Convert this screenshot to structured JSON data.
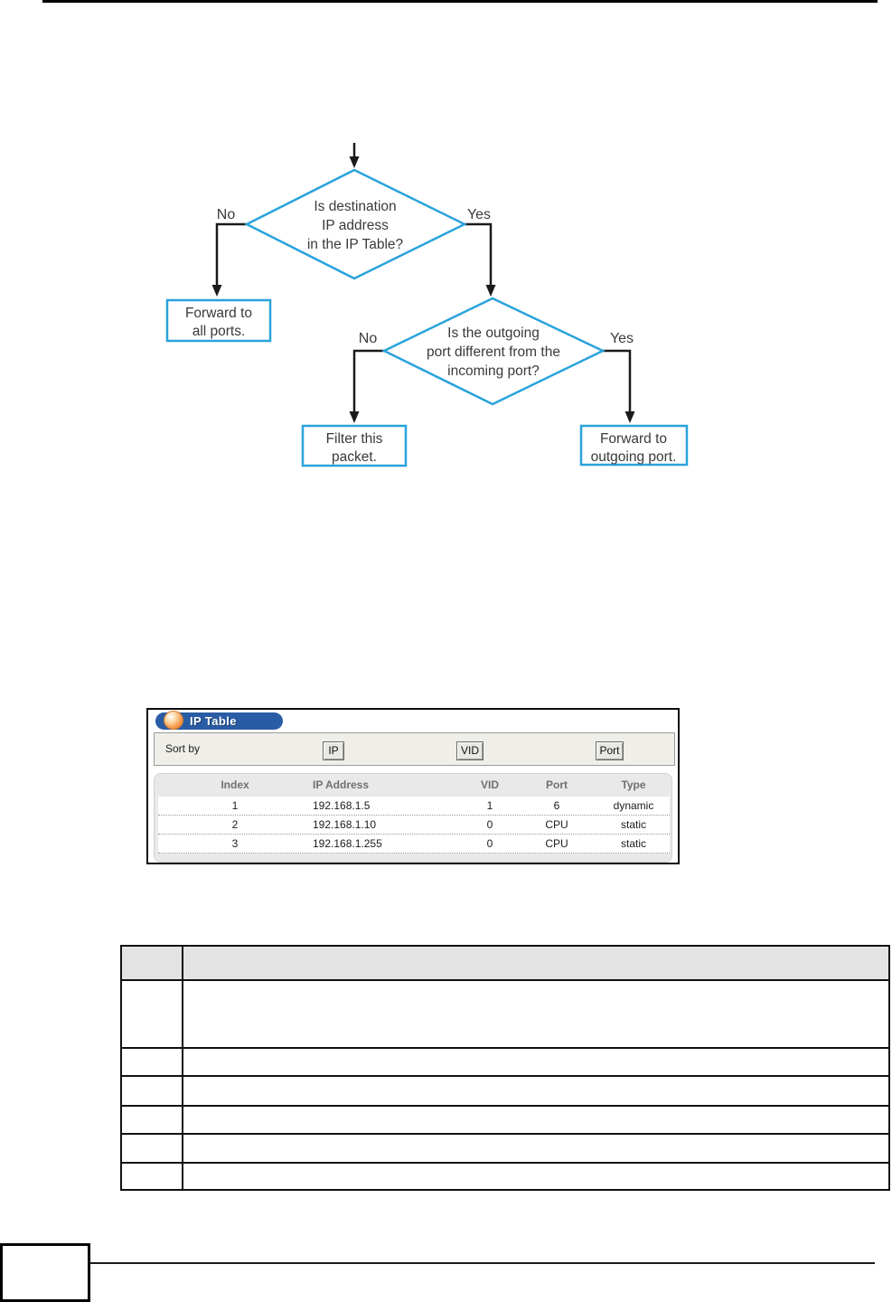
{
  "flowchart": {
    "decision1": {
      "text_lines": [
        "Is destination",
        "IP address",
        "in the IP Table?"
      ],
      "no_label": "No",
      "yes_label": "Yes"
    },
    "decision2": {
      "text_lines": [
        "Is the outgoing",
        "port different from the",
        "incoming port?"
      ],
      "no_label": "No",
      "yes_label": "Yes"
    },
    "outcome_forward_all": {
      "text_lines": [
        "Forward to",
        "all ports."
      ]
    },
    "outcome_filter": {
      "text_lines": [
        "Filter this",
        "packet."
      ]
    },
    "outcome_forward_out": {
      "text_lines": [
        "Forward to",
        "outgoing port."
      ]
    },
    "colors": {
      "shape_border": "#29a3dc",
      "connector": "#1a1a1a",
      "text": "#3a3a3a"
    }
  },
  "ip_table_panel": {
    "title": "IP Table",
    "sort_label": "Sort by",
    "sort_buttons": [
      "IP",
      "VID",
      "Port"
    ],
    "columns": [
      "Index",
      "IP Address",
      "VID",
      "Port",
      "Type"
    ],
    "rows": [
      [
        "1",
        "192.168.1.5",
        "1",
        "6",
        "dynamic"
      ],
      [
        "2",
        "192.168.1.10",
        "0",
        "CPU",
        "static"
      ],
      [
        "3",
        "192.168.1.255",
        "0",
        "CPU",
        "static"
      ]
    ],
    "colors": {
      "title_bar": "#2a5ca6",
      "orb": "#f08233",
      "panel_bg": "#e9e9e9"
    }
  }
}
